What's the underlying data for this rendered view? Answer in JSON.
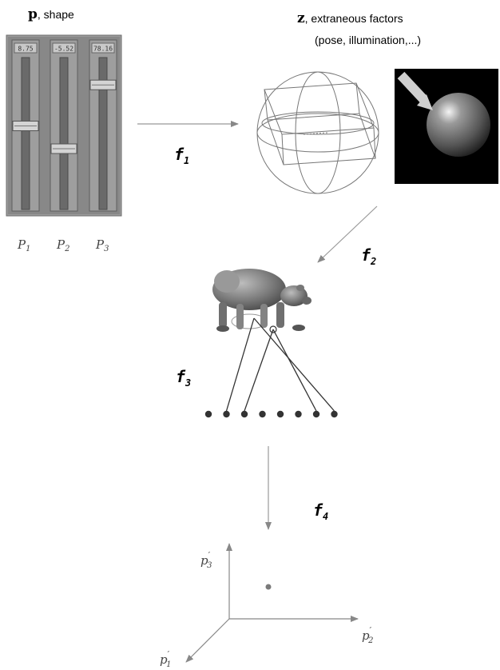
{
  "shape": {
    "var": "p",
    "suffix": ", shape"
  },
  "sliders": [
    {
      "value_text": "8.75",
      "label": "P",
      "sub": "1",
      "level": 0.55
    },
    {
      "value_text": "-5.52",
      "label": "P",
      "sub": "2",
      "level": 0.4
    },
    {
      "value_text": "78.16",
      "label": "P",
      "sub": "3",
      "level": 0.82
    }
  ],
  "extraneous": {
    "var": "z",
    "line1": ", extraneous factors",
    "line2": "(pose, illumination,...)"
  },
  "functions": [
    {
      "label": "f",
      "sub": "1"
    },
    {
      "label": "f",
      "sub": "2"
    },
    {
      "label": "f",
      "sub": "3"
    },
    {
      "label": "f",
      "sub": "4"
    }
  ],
  "axes": [
    {
      "label": "p",
      "sub": "1",
      "mark": "′"
    },
    {
      "label": "p",
      "sub": "2",
      "mark": "′"
    },
    {
      "label": "p",
      "sub": "3",
      "mark": "′"
    }
  ],
  "sensor_count": 8,
  "colors": {
    "slider_bg": "#8c8c8c",
    "line": "#999999",
    "dark": "#333333",
    "render_bg": "#000000"
  }
}
